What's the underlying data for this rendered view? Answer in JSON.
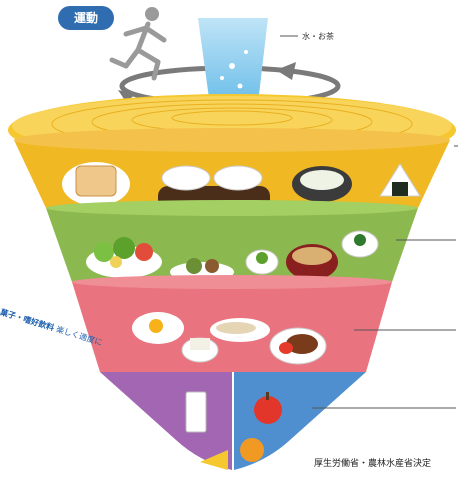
{
  "exercise_label": "運動",
  "water_tea_label": "水・お茶",
  "snacks_label": "菓子・嗜好飲料",
  "snacks_note": "楽しく適度に",
  "credit": "厚生労働省・農林水産省決定",
  "colors": {
    "top_disc": "#f4c521",
    "grains": "#f0b823",
    "vegetables": "#8bb84f",
    "meat_fish": "#e9737e",
    "milk": "#a366b3",
    "fruit": "#4f8fd0",
    "accent_blue": "#2f6db0"
  },
  "icons": [
    "running-figure-icon",
    "water-glass-icon",
    "rotation-arrow-icon"
  ]
}
